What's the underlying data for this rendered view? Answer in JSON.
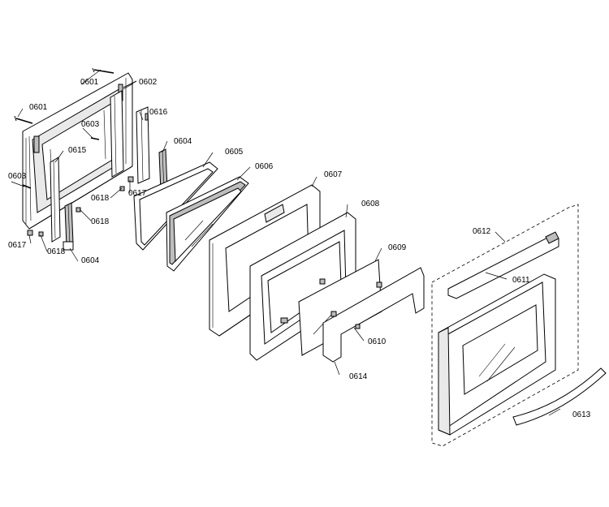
{
  "parts": {
    "0601a": "0601",
    "0601b": "0601",
    "0602": "0602",
    "0603a": "0603",
    "0603b": "0603",
    "0604a": "0604",
    "0604b": "0604",
    "0605": "0605",
    "0606": "0606",
    "0607": "0607",
    "0608": "0608",
    "0609": "0609",
    "0610": "0610",
    "0611": "0611",
    "0612": "0612",
    "0613": "0613",
    "0614": "0614",
    "0615": "0615",
    "0616": "0616",
    "0617a": "0617",
    "0617b": "0617",
    "0618a": "0618",
    "0618b": "0618",
    "0618c": "0618"
  }
}
